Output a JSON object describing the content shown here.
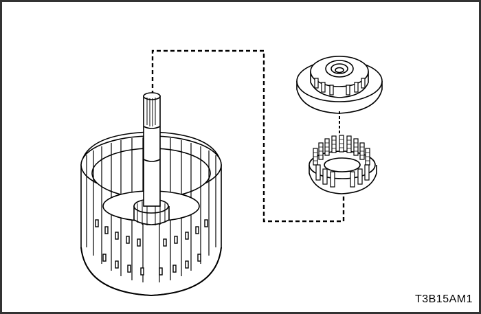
{
  "figure": {
    "code": "T3B15AM1",
    "colors": {
      "ink": "#000000",
      "paper": "#ffffff",
      "border": "#333333"
    },
    "parts": [
      {
        "name": "input-shaft-and-clutch-drum",
        "icon": "clutch-drum-with-shaft"
      },
      {
        "name": "piston-retainer",
        "icon": "stepped-retainer"
      },
      {
        "name": "return-spring-assembly",
        "icon": "coil-spring-ring"
      }
    ]
  }
}
